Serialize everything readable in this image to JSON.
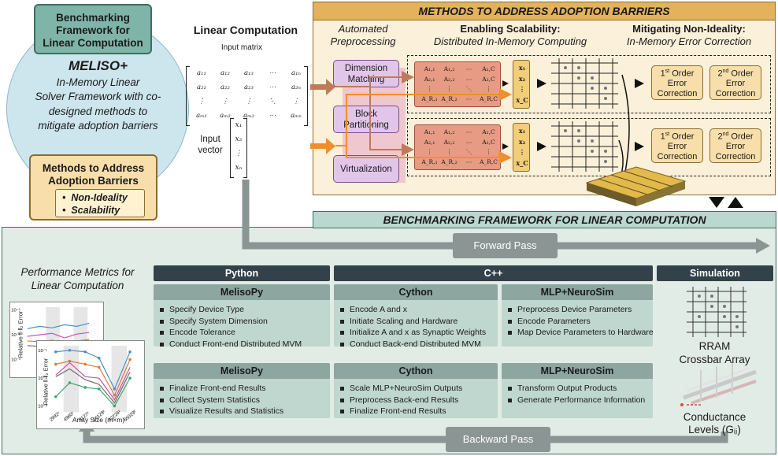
{
  "left_panel": {
    "benchmark_box": [
      "Benchmarking",
      "Framework for",
      "Linear Computation"
    ],
    "meliso_title": "MELISO+",
    "meliso_desc": [
      "In-Memory Linear",
      "Solver Framework with co-",
      "designed methods to",
      "mitigate adoption barriers"
    ],
    "methods_box": [
      "Methods to Address",
      "Adoption Barriers"
    ],
    "barriers": [
      "Non-Ideality",
      "Scalability"
    ]
  },
  "linear_computation": {
    "title": "Linear Computation",
    "input_matrix_label": "Input matrix",
    "matrix_rows": [
      [
        "a₁₁",
        "a₁₂",
        "a₁₃",
        "⋯",
        "a₁ₙ"
      ],
      [
        "a₂₁",
        "a₂₂",
        "a₂₃",
        "⋯",
        "a₂ₙ"
      ],
      [
        "⋮",
        "⋮",
        "⋮",
        "⋱",
        "⋮"
      ],
      [
        "aₘ₁",
        "aₘ₂",
        "aₘ₃",
        "⋯",
        "aₘₙ"
      ]
    ],
    "input_vector_label": [
      "Input",
      "vector"
    ],
    "vector_rows": [
      "x₁",
      "x₂",
      "⋮",
      "xₙ"
    ]
  },
  "methods_panel": {
    "title": "METHODS TO ADDRESS ADOPTION BARRIERS",
    "col1_header": [
      "Automated",
      "Preprocessing"
    ],
    "col2_header": [
      "Enabling Scalability:",
      "Distributed In-Memory Computing"
    ],
    "col3_header": [
      "Mitigating Non-Ideality:",
      "In-Memory Error Correction"
    ],
    "preprocess_steps": [
      "Dimension Matching",
      "Block Partitioning",
      "Virtualization"
    ],
    "block_matrix": [
      [
        "A₁,₁",
        "A₁,₂",
        "⋯",
        "A₁,C"
      ],
      [
        "A₂,₁",
        "A₂,₂",
        "⋯",
        "A₂,C"
      ],
      [
        "⋮",
        "⋮",
        "⋱",
        "⋮"
      ],
      [
        "A_R,₁",
        "A_R,₂",
        "⋯",
        "A_R,C"
      ]
    ],
    "block_vector": [
      "x₁",
      "x₂",
      "⋮",
      "x_C"
    ],
    "error_correction": {
      "first": [
        "1",
        "st",
        " Order",
        "Error",
        "Correction"
      ],
      "second": [
        "2",
        "nd",
        " Order",
        "Error",
        "Correction"
      ]
    }
  },
  "benchmark_panel": {
    "title": "BENCHMARKING FRAMEWORK FOR LINEAR COMPUTATION",
    "forward_pass": "Forward Pass",
    "backward_pass": "Backward Pass",
    "perf_title": [
      "Performance Metrics for",
      "Linear Computation"
    ],
    "python_header": "Python",
    "cpp_header": "C++",
    "sim_header": "Simulation",
    "cards": [
      {
        "title": "MelisoPy",
        "items": [
          "Specify Device Type",
          "Specify System Dimension",
          "Encode Tolerance",
          "Conduct Front-end Distributed MVM"
        ]
      },
      {
        "title": "Cython",
        "items": [
          "Encode A and x",
          "Initiate Scaling and Hardware",
          "Initialize A and x as Synaptic Weights",
          "Conduct Back-end Distributed MVM"
        ]
      },
      {
        "title": "MLP+NeuroSim",
        "items": [
          "Preprocess Device Parameters",
          "Encode Parameters",
          "Map Device Parameters to Hardware"
        ]
      },
      {
        "title": "MelisoPy",
        "items": [
          "Finalize Front-end Results",
          "Collect System Statistics",
          "Visualize Results and Statistics"
        ]
      },
      {
        "title": "Cython",
        "items": [
          "Scale MLP+NeuroSim Outputs",
          "Preprocess Back-end Results",
          "Finalize Front-end Results"
        ]
      },
      {
        "title": "MLP+NeuroSim",
        "items": [
          "Transform Output Products",
          "Generate Performance Information"
        ]
      }
    ],
    "rram_label": [
      "RRAM",
      "Crossbar Array"
    ],
    "conductance_label": [
      "Conductance",
      "Levels (Gᵢⱼ)"
    ],
    "mini_chart": {
      "xlabel": "Array Size (m×m)",
      "ylabel": "Relative ‖·‖₂ Error",
      "x_ticks": [
        "2992²",
        "4960²",
        "8127²",
        "16129²",
        "32226²",
        "65029²"
      ],
      "y_ticks": [
        "10⁻¹",
        "10⁻²",
        "10⁻³"
      ],
      "colors": [
        "#4a90c8",
        "#e07a2e",
        "#c94fb8",
        "#6f6f6f",
        "#3aa86b",
        "#d64a4a"
      ]
    }
  }
}
